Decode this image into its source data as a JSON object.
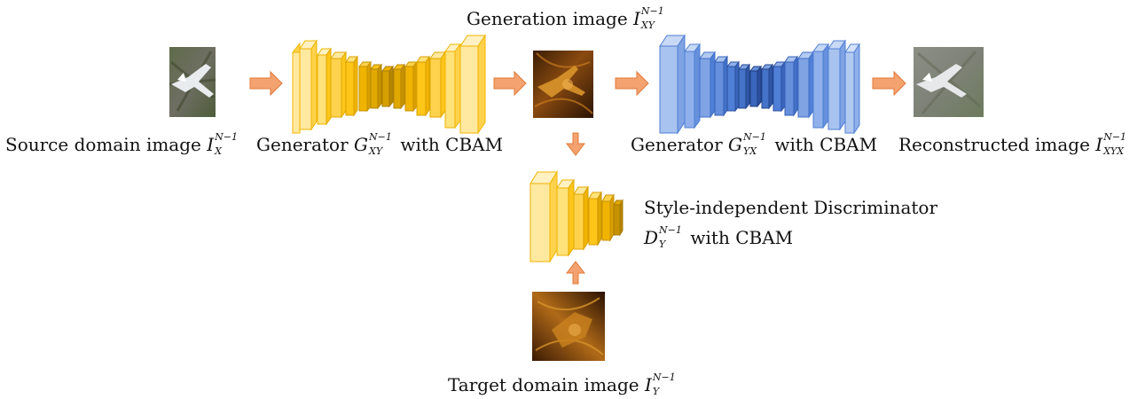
{
  "labels": {
    "generation": {
      "text": "Generation image ",
      "symbol": "I",
      "sup": "N−1",
      "sub": "XY"
    },
    "source": {
      "text": "Source domain image ",
      "symbol": "I",
      "sup": "N−1",
      "sub": "X"
    },
    "generator_xy": {
      "pre": "Generator ",
      "symbol": "G",
      "sup": "N−1",
      "sub": "XY",
      "post": " with CBAM"
    },
    "generator_yx": {
      "pre": "Generator ",
      "symbol": "G",
      "sup": "N−1",
      "sub": "YX",
      "post": " with CBAM"
    },
    "reconstructed": {
      "text": "Reconstructed image ",
      "symbol": "I",
      "sup": "N−1",
      "sub": "XYX"
    },
    "discriminator": {
      "line1": "Style-independent Discriminator",
      "symbol": "D",
      "sup": "N−1",
      "sub": "Y",
      "post": " with CBAM"
    },
    "target": {
      "text": "Target domain image ",
      "symbol": "I",
      "sup": "N−1",
      "sub": "Y"
    }
  },
  "colors": {
    "arrow": "#f4a26f",
    "arrow_stroke": "#e07a3a",
    "gen_xy_light": "#ffe27a",
    "gen_xy_mid": "#ffc61a",
    "gen_xy_dark": "#c79200",
    "gen_yx_light": "#a8c3ef",
    "gen_yx_mid": "#4f7fd6",
    "gen_yx_dark": "#2b4fa0",
    "disc_light": "#ffe27a",
    "disc_dark": "#c79200"
  }
}
